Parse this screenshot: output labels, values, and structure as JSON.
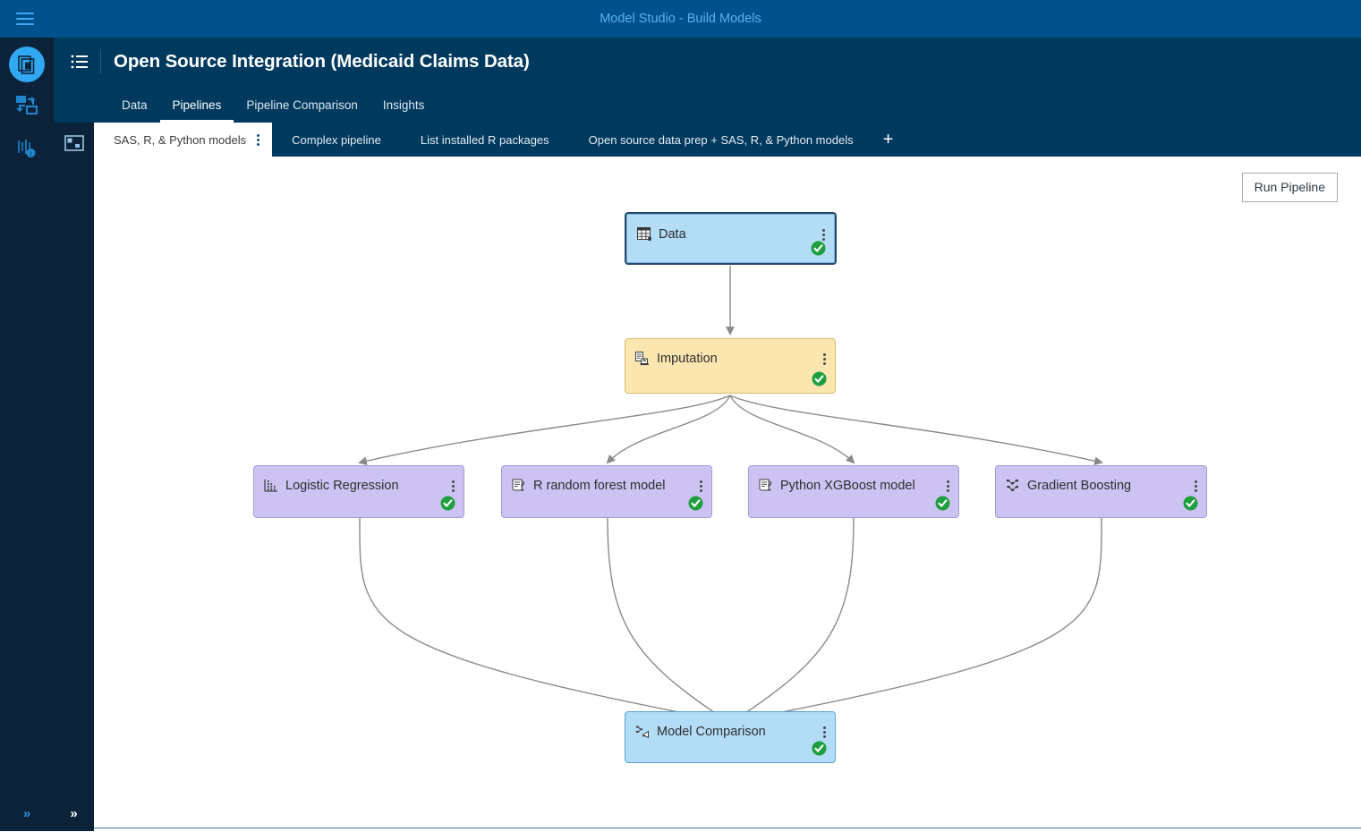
{
  "appbar": {
    "title": "Model Studio - Build Models",
    "hamburger_icon": "hamburger-menu-icon"
  },
  "left_rail": {
    "items": [
      {
        "icon": "stacked-projects-icon",
        "active": true
      },
      {
        "icon": "data-exchange-icon",
        "active": false
      },
      {
        "icon": "data-preparation-icon",
        "active": false
      }
    ],
    "expand_label": "»"
  },
  "strip": {
    "panel_icon": "layout-panel-icon",
    "expand_label": "»"
  },
  "header": {
    "list_icon": "list-view-icon",
    "title": "Open Source Integration (Medicaid Claims Data)",
    "tabs": [
      {
        "label": "Data",
        "active": false
      },
      {
        "label": "Pipelines",
        "active": true
      },
      {
        "label": "Pipeline Comparison",
        "active": false
      },
      {
        "label": "Insights",
        "active": false
      }
    ]
  },
  "pipeline_tabs": {
    "items": [
      {
        "label": "SAS, R, & Python models",
        "active": true
      },
      {
        "label": "Complex pipeline",
        "active": false
      },
      {
        "label": "List installed R packages",
        "active": false
      },
      {
        "label": "Open source data prep + SAS, R, & Python models",
        "active": false
      }
    ],
    "add_label": "+",
    "kebab_icon": "more-options-icon"
  },
  "canvas": {
    "run_button": "Run Pipeline",
    "nodes": [
      {
        "id": "data",
        "label": "Data",
        "icon": "data-table-icon",
        "status": "success-check-icon",
        "selected": true
      },
      {
        "id": "imputation",
        "label": "Imputation",
        "icon": "imputation-icon",
        "status": "success-check-icon",
        "selected": false
      },
      {
        "id": "logistic-regression",
        "label": "Logistic Regression",
        "icon": "logistic-regression-icon",
        "status": "success-check-icon",
        "selected": false
      },
      {
        "id": "r-random-forest-model",
        "label": "R random forest model",
        "icon": "open-source-code-icon",
        "status": "success-check-icon",
        "selected": false
      },
      {
        "id": "python-xgboost-model",
        "label": "Python XGBoost model",
        "icon": "open-source-code-icon",
        "status": "success-check-icon",
        "selected": false
      },
      {
        "id": "gradient-boosting",
        "label": "Gradient Boosting",
        "icon": "gradient-boosting-tree-icon",
        "status": "success-check-icon",
        "selected": false
      },
      {
        "id": "model-comparison",
        "label": "Model Comparison",
        "icon": "model-comparison-icon",
        "status": "success-check-icon",
        "selected": false
      }
    ]
  },
  "colors": {
    "appbar_blue": "#00508c",
    "header_blue": "#00395e",
    "rail_dark": "#0b2239",
    "accent_cyan": "#30a8f2",
    "node_blue": "#b3dcf7",
    "node_yellow": "#fce6b0",
    "node_purple": "#cdc3f2",
    "status_green": "#1e9e3e",
    "edge_gray": "#8a8a8a"
  }
}
